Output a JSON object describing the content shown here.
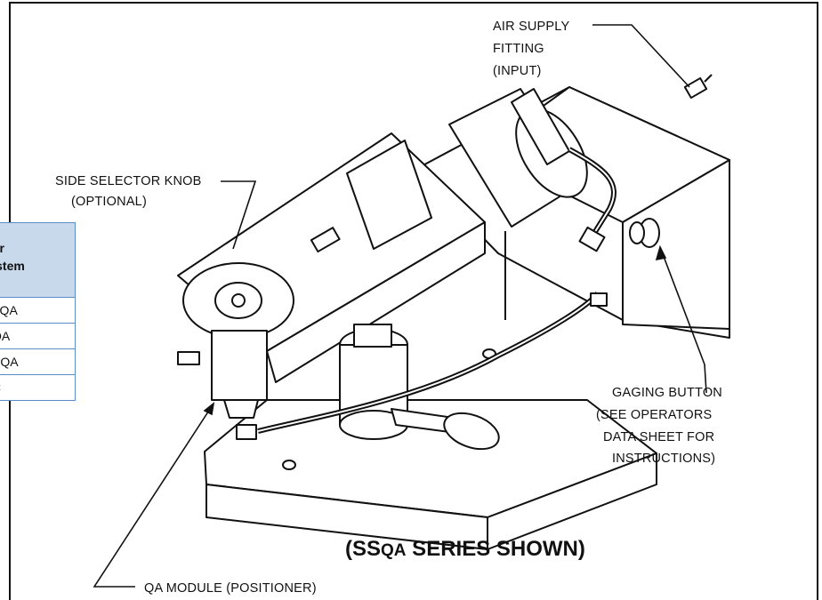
{
  "labels": {
    "air_supply_line1": "AIR SUPPLY",
    "air_supply_line2": "FITTING",
    "air_supply_line3": "(INPUT)",
    "side_selector_line1": "SIDE SELECTOR KNOB",
    "side_selector_line2": "(OPTIONAL)",
    "gaging_line1": "GAGING BUTTON",
    "gaging_line2": "(SEE OPERATORS",
    "gaging_line3": "DATA SHEET FOR",
    "gaging_line4": "INSTRUCTIONS)",
    "qa_module": "QA MODULE (POSITIONER)"
  },
  "caption": {
    "prefix": "(SS",
    "small": "QA",
    "suffix": " SERIES SHOWN)"
  },
  "side_table": {
    "header_line1": "or",
    "header_line2": "System",
    "rows": [
      "TQA",
      "QA",
      "PQA",
      "C"
    ]
  }
}
